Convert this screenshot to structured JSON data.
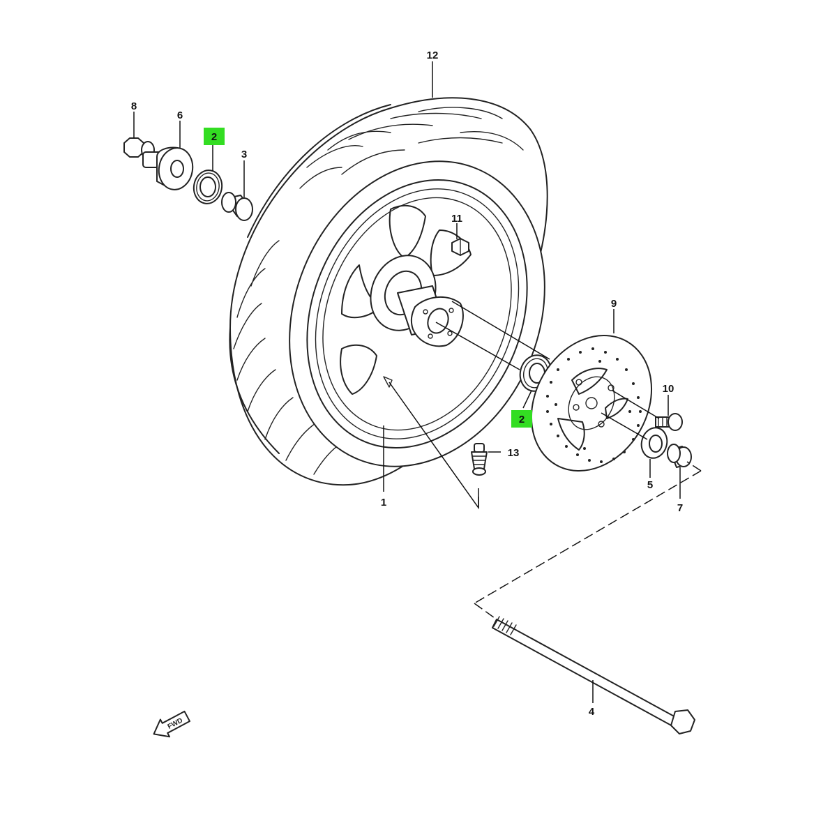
{
  "diagram": {
    "highlight_color": "#33dd22",
    "parts": [
      {
        "label": "1",
        "name": "wheel-rim"
      },
      {
        "label": "2",
        "name": "bearing",
        "highlighted": true
      },
      {
        "label": "3",
        "name": "spacer"
      },
      {
        "label": "4",
        "name": "axle"
      },
      {
        "label": "5",
        "name": "oil-seal"
      },
      {
        "label": "6",
        "name": "gear-box-collar"
      },
      {
        "label": "7",
        "name": "collar"
      },
      {
        "label": "8",
        "name": "axle-nut"
      },
      {
        "label": "9",
        "name": "brake-disc"
      },
      {
        "label": "10",
        "name": "disc-bolt"
      },
      {
        "label": "11",
        "name": "nut"
      },
      {
        "label": "12",
        "name": "tire"
      },
      {
        "label": "13",
        "name": "valve"
      }
    ],
    "callouts": {
      "c1": "1",
      "c2a": "2",
      "c2b": "2",
      "c3": "3",
      "c4": "4",
      "c5": "5",
      "c6": "6",
      "c7": "7",
      "c8": "8",
      "c9": "9",
      "c10": "10",
      "c11": "11",
      "c12": "12",
      "c13": "13"
    },
    "direction_icon": "fwd-arrow-icon",
    "direction_label": "FWD"
  }
}
